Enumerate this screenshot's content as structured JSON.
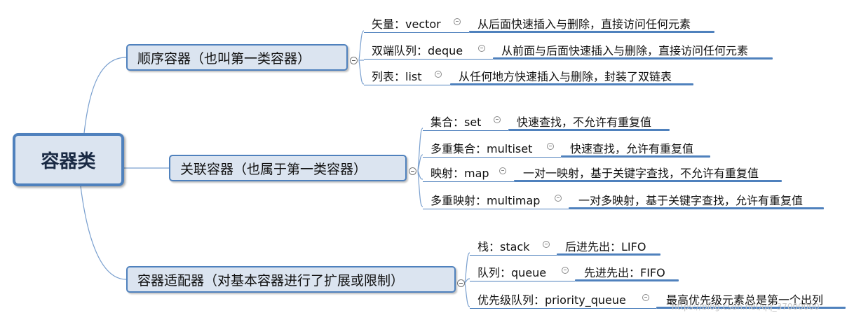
{
  "root": {
    "label": "容器类"
  },
  "branches": [
    {
      "label": "顺序容器（也叫第一类容器）",
      "items": [
        {
          "title": "矢量：vector",
          "description": "从后面快速插入与删除，直接访问任何元素"
        },
        {
          "title": "双端队列：deque",
          "description": "从前面与后面快速插入与删除，直接访问任何元素"
        },
        {
          "title": "列表：list",
          "description": "从任何地方快速插入与删除，封装了双链表"
        }
      ]
    },
    {
      "label": "关联容器（也属于第一类容器）",
      "items": [
        {
          "title": "集合：set",
          "description": "快速查找，不允许有重复值"
        },
        {
          "title": "多重集合：multiset",
          "description": "快速查找，允许有重复值"
        },
        {
          "title": "映射：map",
          "description": "一对一映射，基于关键字查找，不允许有重复值"
        },
        {
          "title": "多重映射：multimap",
          "description": "一对多映射，基于关键字查找，允许有重复值"
        }
      ]
    },
    {
      "label": "容器适配器（对基本容器进行了扩展或限制）",
      "items": [
        {
          "title": "栈：stack",
          "description": "后进先出：LIFO"
        },
        {
          "title": "队列：queue",
          "description": "先进先出：FIFO"
        },
        {
          "title": "优先级队列：priority_queue",
          "description": "最高优先级元素总是第一个出列"
        }
      ]
    }
  ],
  "watermark": "https://blog.csdn.net/qq_37000000",
  "colors": {
    "node_fill": "#dbe4f0",
    "node_border": "#4f81bd",
    "connector": "#7aa0cf"
  },
  "icons": {
    "leaf_marker": "minus-circle-icon",
    "branch_toggle": "collapse-icon"
  }
}
